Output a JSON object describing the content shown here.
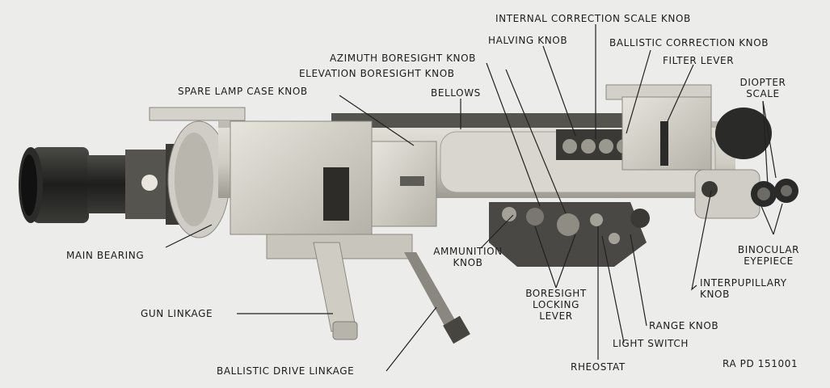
{
  "figure_id": "RA PD 151001",
  "labels": {
    "internal_correction_scale_knob": "INTERNAL CORRECTION SCALE KNOB",
    "halving_knob": "HALVING KNOB",
    "ballistic_correction_knob": "BALLISTIC CORRECTION KNOB",
    "azimuth_boresight_knob": "AZIMUTH BORESIGHT KNOB",
    "filter_lever": "FILTER LEVER",
    "elevation_boresight_knob": "ELEVATION BORESIGHT KNOB",
    "diopter_scale_1": "DIOPTER",
    "diopter_scale_2": "SCALE",
    "spare_lamp_case_knob": "SPARE LAMP CASE KNOB",
    "bellows": "BELLOWS",
    "main_bearing": "MAIN BEARING",
    "ammunition_knob_1": "AMMUNITION",
    "ammunition_knob_2": "KNOB",
    "binocular_eyepiece_1": "BINOCULAR",
    "binocular_eyepiece_2": "EYEPIECE",
    "interpupillary_knob_1": "INTERPUPILLARY",
    "interpupillary_knob_2": "KNOB",
    "boresight_locking_lever_1": "BORESIGHT",
    "boresight_locking_lever_2": "LOCKING",
    "boresight_locking_lever_3": "LEVER",
    "gun_linkage": "GUN LINKAGE",
    "range_knob": "RANGE KNOB",
    "light_switch": "LIGHT SWITCH",
    "ballistic_drive_linkage": "BALLISTIC DRIVE LINKAGE",
    "rheostat": "RHEOSTAT"
  },
  "colors": {
    "background": "#ececea",
    "body_light": "#d9d7cf",
    "body_mid": "#bdbab0",
    "body_shadow": "#8e8b83",
    "dark_metal": "#2a2a28",
    "leader_line": "#222222"
  }
}
